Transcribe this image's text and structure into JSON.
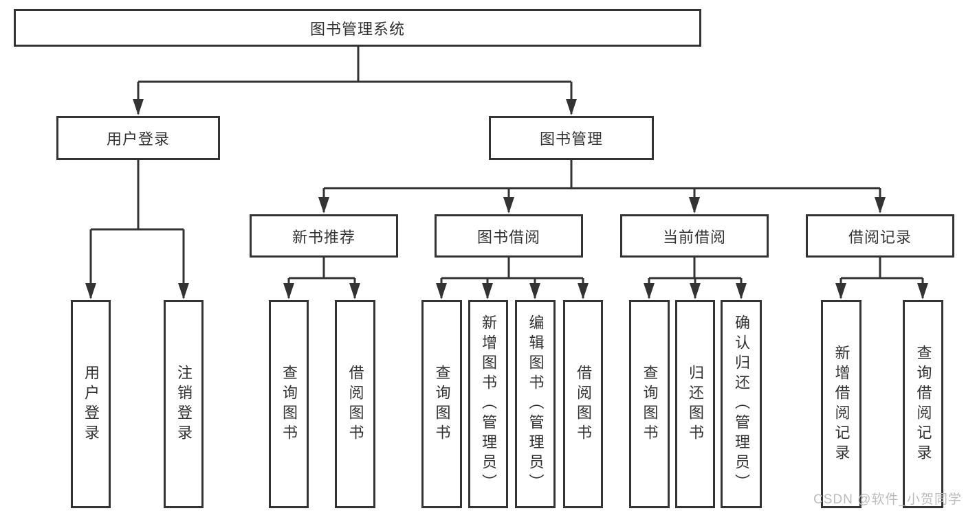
{
  "diagram": {
    "root": {
      "label": "图书管理系统"
    },
    "user_login": {
      "label": "用户登录",
      "children": [
        {
          "label": "用户登录"
        },
        {
          "label": "注销登录"
        }
      ]
    },
    "book_mgmt": {
      "label": "图书管理",
      "children": [
        {
          "label": "新书推荐",
          "children": [
            {
              "label": "查询图书"
            },
            {
              "label": "借阅图书"
            }
          ]
        },
        {
          "label": "图书借阅",
          "children": [
            {
              "label": "查询图书"
            },
            {
              "label": "新增图书（管理员）"
            },
            {
              "label": "编辑图书（管理员）"
            },
            {
              "label": "借阅图书"
            }
          ]
        },
        {
          "label": "当前借阅",
          "children": [
            {
              "label": "查询图书"
            },
            {
              "label": "归还图书"
            },
            {
              "label": "确认归还（管理员）"
            }
          ]
        },
        {
          "label": "借阅记录",
          "children": [
            {
              "label": "新增借阅记录"
            },
            {
              "label": "查询借阅记录"
            }
          ]
        }
      ]
    },
    "watermark": "CSDN @软件_小贺同学",
    "colors": {
      "line": "#333333",
      "text": "#333333",
      "watermark": "#bcbcbc",
      "background": "#ffffff"
    }
  }
}
